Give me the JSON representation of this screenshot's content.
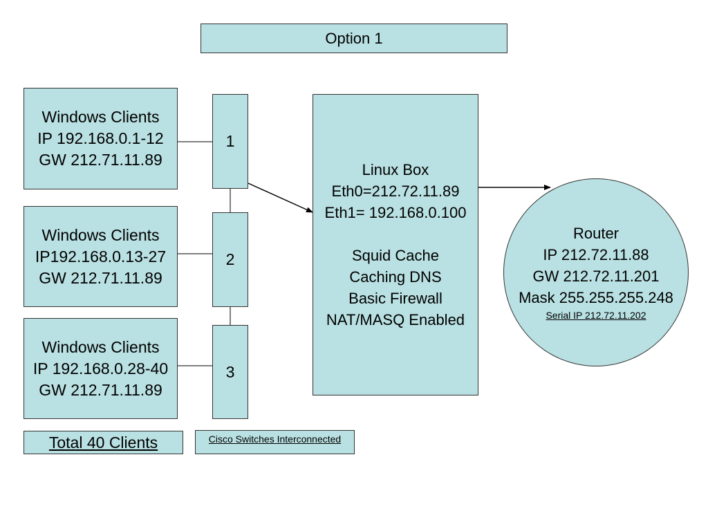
{
  "title": "Option 1",
  "client_groups": [
    {
      "name": "Windows Clients",
      "ip": "IP 192.168.0.1-12",
      "gw": "GW 212.71.11.89"
    },
    {
      "name": "Windows Clients",
      "ip": "IP192.168.0.13-27",
      "gw": "GW 212.71.11.89"
    },
    {
      "name": "Windows Clients",
      "ip": "IP 192.168.0.28-40",
      "gw": "GW 212.71.11.89"
    }
  ],
  "switches": [
    "1",
    "2",
    "3"
  ],
  "linux_box": {
    "title": "Linux Box",
    "eth0": "Eth0=212.72.11.89",
    "eth1": "Eth1= 192.168.0.100",
    "services": [
      "Squid Cache",
      "Caching DNS",
      "Basic Firewall",
      "NAT/MASQ Enabled"
    ]
  },
  "router": {
    "title": "Router",
    "ip": "IP 212.72.11.88",
    "gw": "GW 212.72.11.201",
    "mask": "Mask 255.255.255.248",
    "serial": "Serial IP 212.72.11.202"
  },
  "total_clients": "Total 40 Clients",
  "switches_caption": "Cisco Switches Interconnected",
  "colors": {
    "box_fill": "#b9e0e2",
    "border": "#333333",
    "line": "#000000"
  }
}
